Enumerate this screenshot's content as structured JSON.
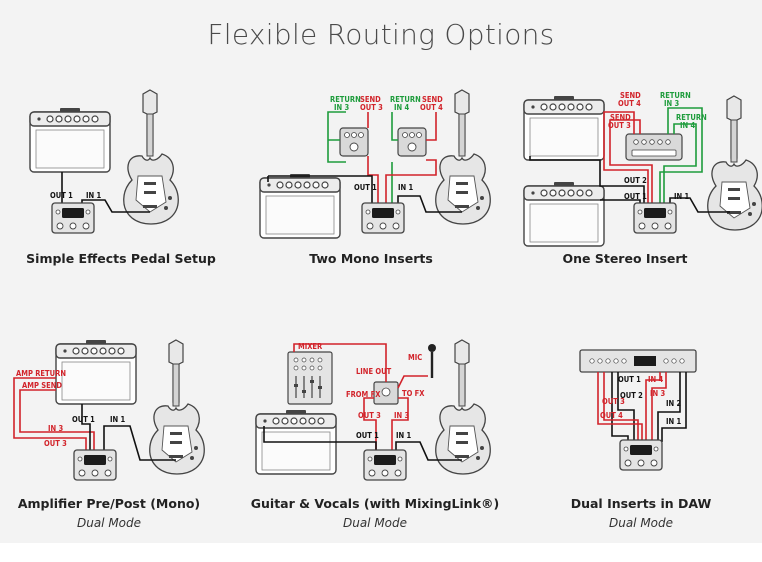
{
  "title": "Flexible Routing Options",
  "colors": {
    "send": "#d2232a",
    "return": "#1e9c3c",
    "cable": "#111111",
    "panel": "#f3f3f3"
  },
  "setups": [
    {
      "caption": "Simple Effects Pedal Setup",
      "mode": "",
      "labels": [
        "OUT 1",
        "IN 1"
      ]
    },
    {
      "caption": "Two Mono Inserts",
      "mode": "",
      "labels": [
        "RETURN",
        "IN 3",
        "SEND",
        "OUT 3",
        "RETURN",
        "IN 4",
        "SEND",
        "OUT 4",
        "OUT 1",
        "IN 1"
      ]
    },
    {
      "caption": "One Stereo Insert",
      "mode": "",
      "labels": [
        "SEND",
        "OUT 4",
        "SEND",
        "OUT 3",
        "RETURN",
        "IN 3",
        "RETURN",
        "IN 4",
        "OUT 2",
        "OUT 1",
        "IN 1"
      ]
    },
    {
      "caption": "Amplifier Pre/Post (Mono)",
      "mode": "Dual Mode",
      "labels": [
        "AMP RETURN",
        "AMP SEND",
        "OUT 1",
        "IN 1",
        "IN 3",
        "OUT 3"
      ]
    },
    {
      "caption": "Guitar & Vocals (with MixingLink®)",
      "mode": "Dual Mode",
      "labels": [
        "MIXER",
        "MIC",
        "LINE OUT",
        "FROM FX",
        "TO FX",
        "OUT 3",
        "IN 3",
        "OUT 1",
        "IN 1"
      ]
    },
    {
      "caption": "Dual Inserts in DAW",
      "mode": "Dual Mode",
      "labels": [
        "OUT 1",
        "IN 4",
        "OUT 2",
        "IN 3",
        "IN 2",
        "OUT 3",
        "OUT 4",
        "IN 1"
      ]
    }
  ]
}
